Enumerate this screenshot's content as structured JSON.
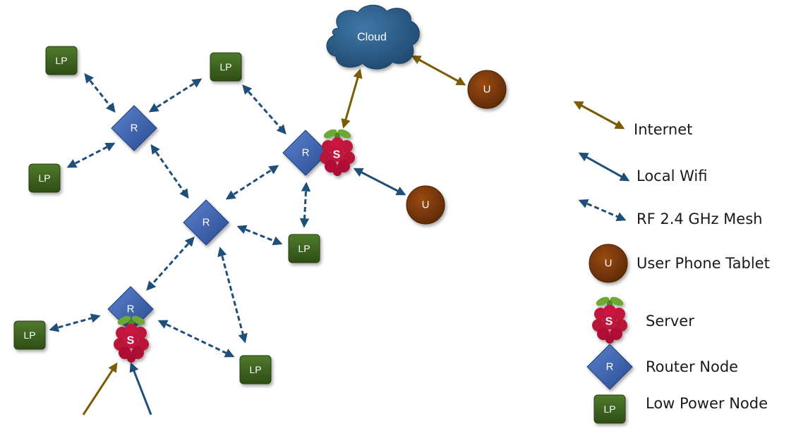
{
  "diagram": {
    "cloud_label": "Cloud",
    "router_label": "R",
    "lp_label": "LP",
    "user_label": "U",
    "server_label": "S"
  },
  "legend": {
    "internet": "Internet",
    "local_wifi": "Local Wifi",
    "rf_mesh": "RF 2.4 GHz Mesh",
    "user_device": "User Phone Tablet",
    "server": "Server",
    "router_node": "Router Node",
    "low_power_node": "Low Power Node"
  },
  "colors": {
    "internet_arrow": "#7a5c05",
    "wifi_arrow": "#1f4e79",
    "mesh_arrow": "#1f4e79",
    "router_fill": "#3a62b0",
    "lp_fill": "#3a5e1f",
    "user_fill": "#7a3a08",
    "cloud_fill": "#2d5f8c",
    "server_fill": "#c0143c",
    "leaf_fill": "#6ca832"
  }
}
